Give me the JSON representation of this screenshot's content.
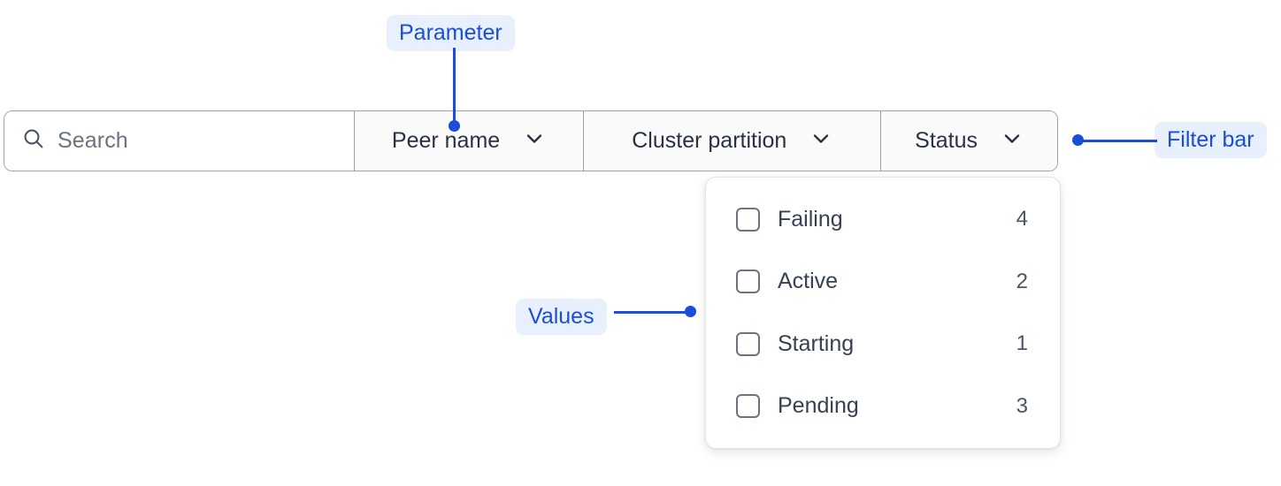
{
  "filter_bar": {
    "search": {
      "icon": "search-icon",
      "placeholder": "Search",
      "value": ""
    },
    "chips": [
      {
        "label": "Peer name",
        "icon": "chevron-down-icon"
      },
      {
        "label": "Cluster partition",
        "icon": "chevron-down-icon"
      },
      {
        "label": "Status",
        "icon": "chevron-down-icon"
      }
    ]
  },
  "dropdown": {
    "open_for": "Status",
    "options": [
      {
        "label": "Failing",
        "count": "4",
        "checked": false
      },
      {
        "label": "Active",
        "count": "2",
        "checked": false
      },
      {
        "label": "Starting",
        "count": "1",
        "checked": false
      },
      {
        "label": "Pending",
        "count": "3",
        "checked": false
      }
    ]
  },
  "annotations": {
    "parameter": "Parameter",
    "values": "Values",
    "filter_bar": "Filter bar"
  },
  "colors": {
    "annotation_text": "#1a4ed8",
    "annotation_bg": "#e8f0fe",
    "bar_border": "#9ca3af",
    "chip_bg": "#fafafa",
    "text": "#293241",
    "placeholder": "#6b7280"
  }
}
